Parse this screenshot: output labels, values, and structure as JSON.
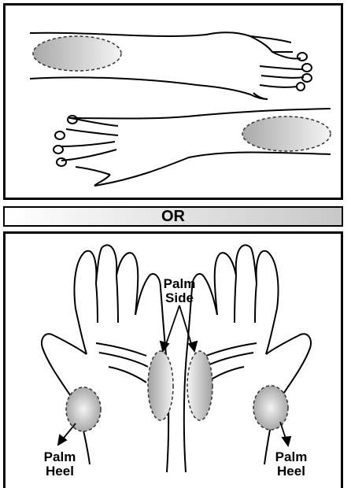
{
  "separator": {
    "text": "OR"
  },
  "labels": {
    "palm_side": [
      "Palm",
      "Side"
    ],
    "palm_heel_left": [
      "Palm",
      "Heel"
    ],
    "palm_heel_right": [
      "Palm",
      "Heel"
    ]
  },
  "colors": {
    "outline": "#000000",
    "zone_fill_dark": "#a9a9a9",
    "zone_fill_light": "#f2f2f2"
  }
}
